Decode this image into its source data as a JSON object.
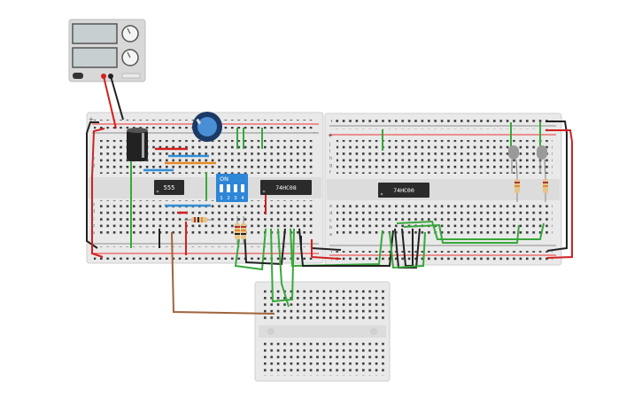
{
  "circuit": {
    "chips": {
      "timer": "555",
      "and_gate": "74HC08",
      "nand_gate": "74HC00"
    },
    "dip_switch": {
      "on_label": "ON",
      "positions": [
        "1",
        "2",
        "3",
        "4"
      ]
    },
    "rails": {
      "plus": "+",
      "minus": "-"
    },
    "row_letters_top": [
      "j",
      "i",
      "h",
      "g",
      "f"
    ],
    "row_letters_bottom": [
      "e",
      "d",
      "c",
      "b",
      "a"
    ],
    "colors": {
      "board": "#e9e9e9",
      "board_center_channel": "#dcdcdc",
      "chip": "#2b2b2b",
      "wire_red": "#d32020",
      "wire_black": "#222222",
      "wire_green": "#37a83a",
      "wire_blue": "#2f8fd8",
      "wire_orange": "#e58a28",
      "wire_brown": "#a0643a",
      "dip_blue": "#2e86d6",
      "psu_body": "#d8d8d8",
      "psu_screen": "#c7d0d1"
    }
  }
}
